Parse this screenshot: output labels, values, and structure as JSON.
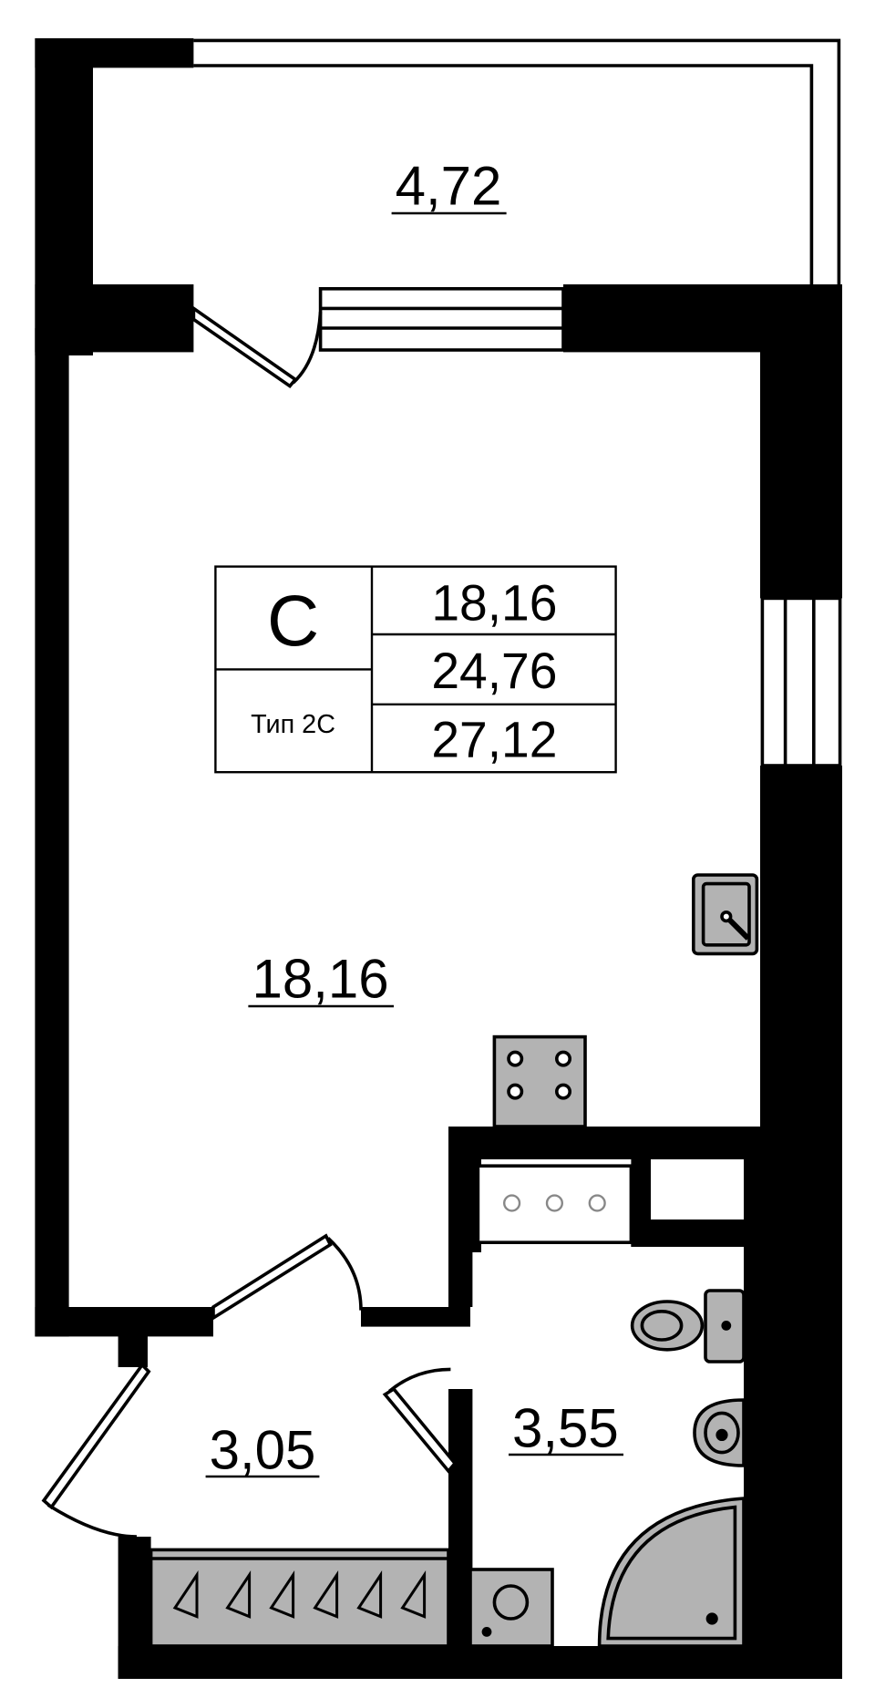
{
  "rooms": {
    "balcony": {
      "area": "4,72"
    },
    "living_room": {
      "area": "18,16"
    },
    "hallway": {
      "area": "3,05"
    },
    "bathroom": {
      "area": "3,55"
    }
  },
  "info_table": {
    "type_letter": "С",
    "type_name": "Тип 2С",
    "living_area": "18,16",
    "total_area": "24,76",
    "total_with_balcony": "27,12"
  },
  "colors": {
    "wall": "#000000",
    "fixture": "#b3b3b3",
    "background": "#ffffff"
  }
}
